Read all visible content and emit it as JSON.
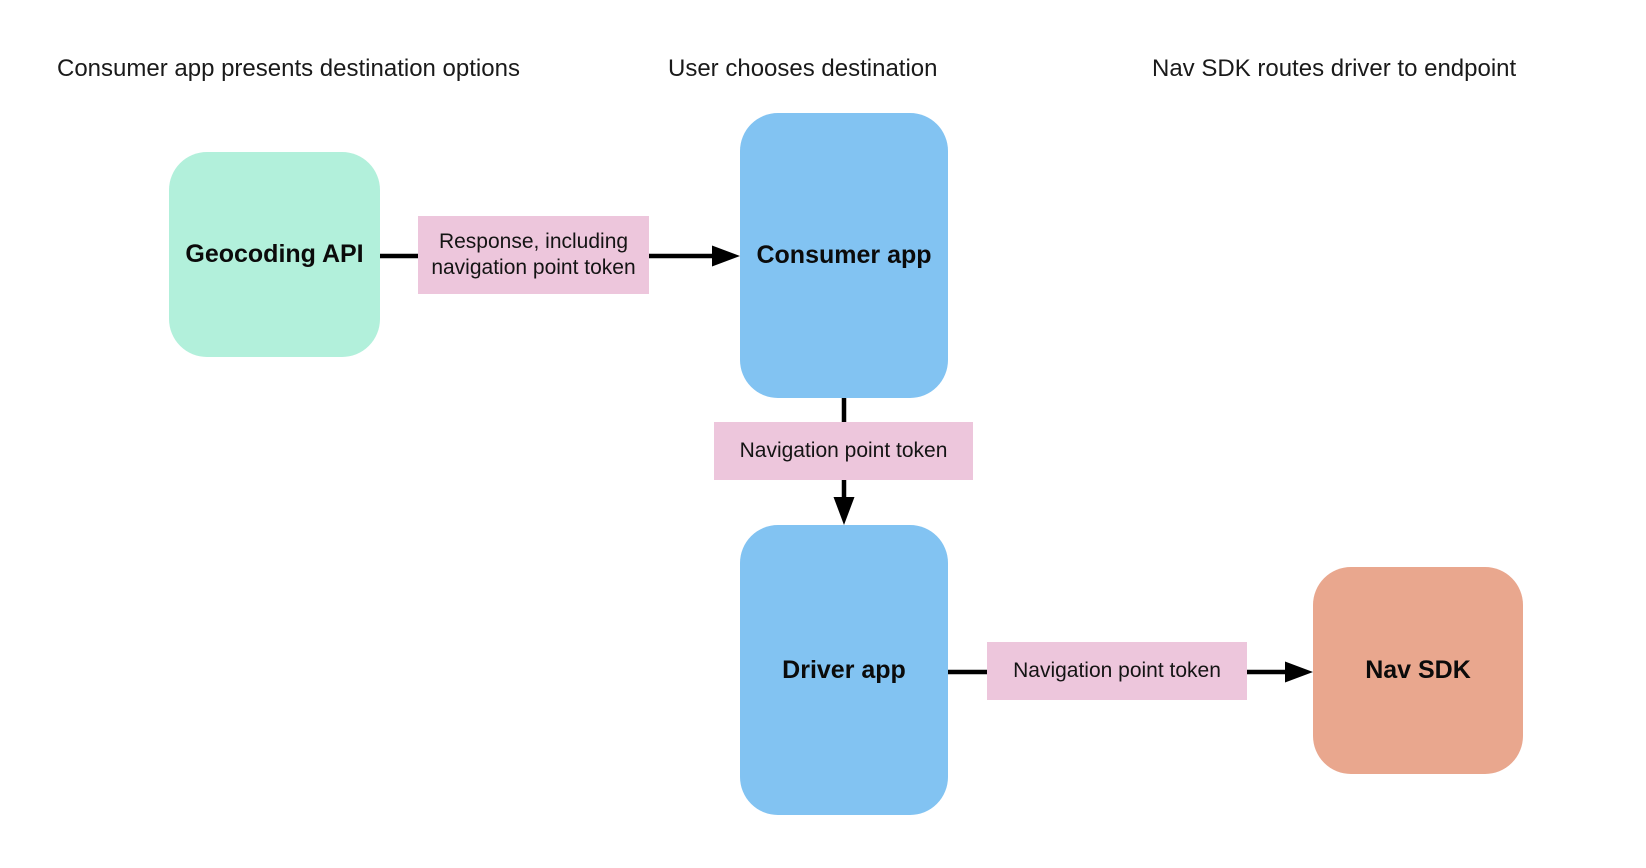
{
  "diagram": {
    "columns": [
      {
        "label": "Consumer app presents destination options"
      },
      {
        "label": "User chooses destination"
      },
      {
        "label": "Nav SDK routes driver to endpoint"
      }
    ],
    "nodes": {
      "geocoding_api": {
        "label": "Geocoding API",
        "color": "#b2f0db"
      },
      "consumer_app": {
        "label": "Consumer app",
        "color": "#82c3f2"
      },
      "driver_app": {
        "label": "Driver app",
        "color": "#82c3f2"
      },
      "nav_sdk": {
        "label": "Nav SDK",
        "color": "#e9a78e"
      }
    },
    "edges": {
      "geocoding_to_consumer": {
        "label": "Response, including navigation point token"
      },
      "consumer_to_driver": {
        "label": "Navigation point token"
      },
      "driver_to_navsdk": {
        "label": "Navigation point token"
      }
    },
    "edge_label_bg": "#edc6dc",
    "arrow_color": "#000000",
    "background": "#ffffff"
  }
}
